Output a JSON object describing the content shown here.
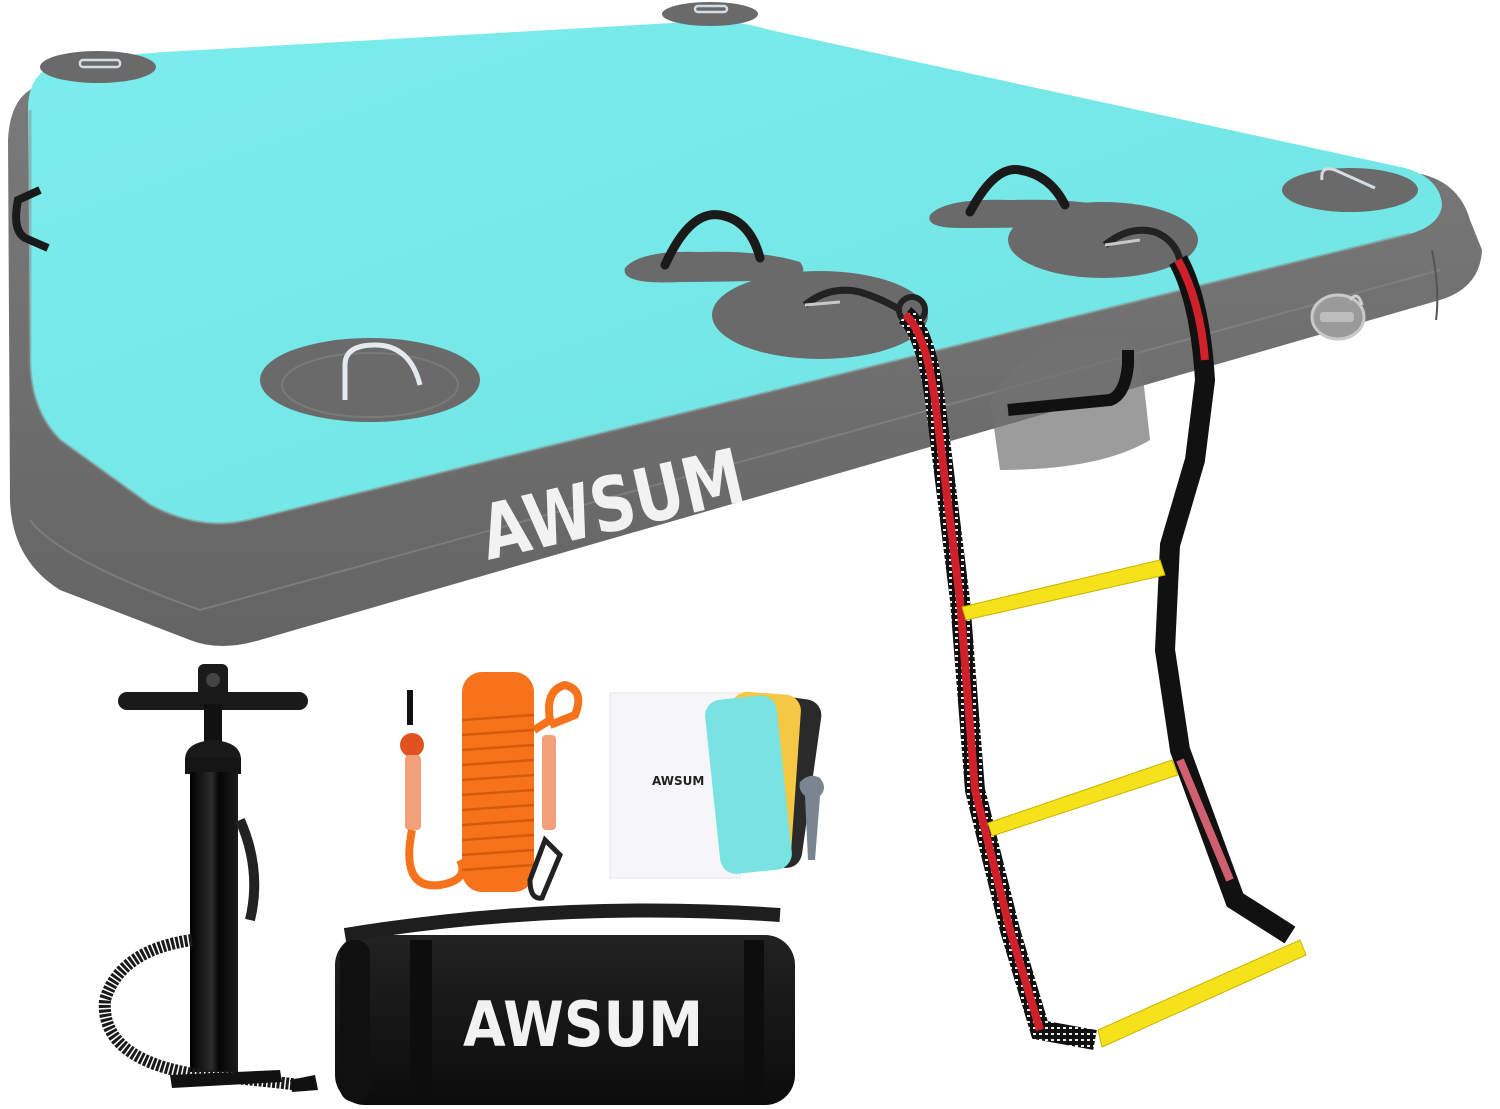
{
  "image": {
    "description": "Product photo of an inflatable floating dock platform with accessories",
    "background": "#ffffff"
  },
  "product": {
    "brand": "AWSUM",
    "dock": {
      "brand_text": "AWSUM",
      "deck_color": "#79e9e8",
      "side_color": "#6e6e6e",
      "patch_color": "#6a6a6a",
      "d_rings": 5,
      "top_handles": 2,
      "side_handles": 2,
      "valve": "air-valve"
    },
    "ladder": {
      "rail_color": "#d0202a",
      "rung_color": "#f5e21a",
      "rungs": 3
    },
    "accessories": {
      "pump": {
        "label": "hand-pump",
        "color": "#111111"
      },
      "rope": {
        "label": "anchor-rope",
        "color": "#f6731c"
      },
      "patch_kit": {
        "manual_brand_text": "AWSUM",
        "patch_colors": [
          "#79e2e3",
          "#f4c843",
          "#2a2a2a"
        ],
        "tool": "valve-wrench"
      },
      "bag": {
        "brand_text": "AWSUM",
        "color": "#141414"
      }
    }
  }
}
